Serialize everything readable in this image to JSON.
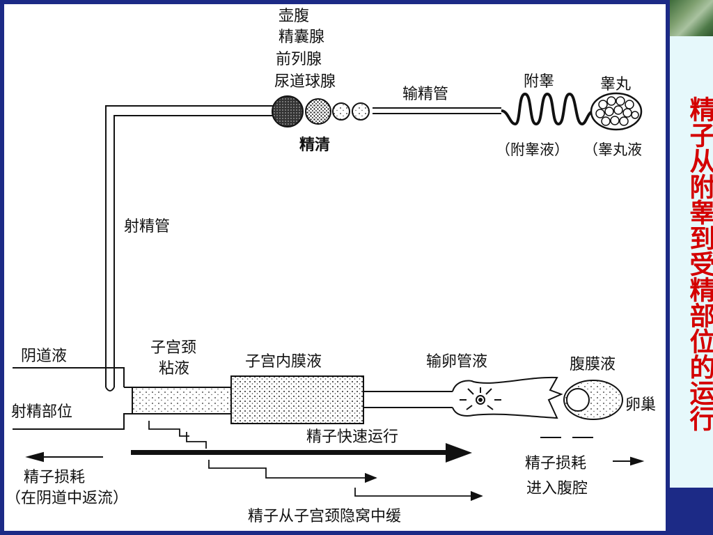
{
  "side_title": "精子从附睾到受精部位的运行",
  "labels": {
    "hufu": "壶腹",
    "jingnangxian": "精囊腺",
    "qianliexian": "前列腺",
    "niaodaoqiuxian": "尿道球腺",
    "shujingguan": "输精管",
    "fugao": "附睾",
    "gaowan": "睾丸",
    "jingqing": "精清",
    "fugaoye": "（附睾液）",
    "gaowanye": "（睾丸液",
    "shejingguan": "射精管",
    "yindaoye": "阴道液",
    "shejingbuwei": "射精部位",
    "zigongjing_1": "子宫颈",
    "zigongjing_2": "粘液",
    "zigongneimoye": "子宫内膜液",
    "shuluanguanye": "输卵管液",
    "fumoye": "腹膜液",
    "luanchao": "卵巢",
    "kuaisuyunxing": "精子快速运行",
    "sunhao_left_1": "精子损耗",
    "sunhao_left_2": "（在阴道中返流）",
    "huanshi": "精子从子宫颈隐窝中缓",
    "sunhao_right_1": "精子损耗",
    "sunhao_right_2": "进入腹腔"
  },
  "colors": {
    "background": "#1c2a86",
    "panel": "#ffffff",
    "side_panel": "#e6f8fb",
    "side_title": "#d40000",
    "line": "#111111"
  }
}
